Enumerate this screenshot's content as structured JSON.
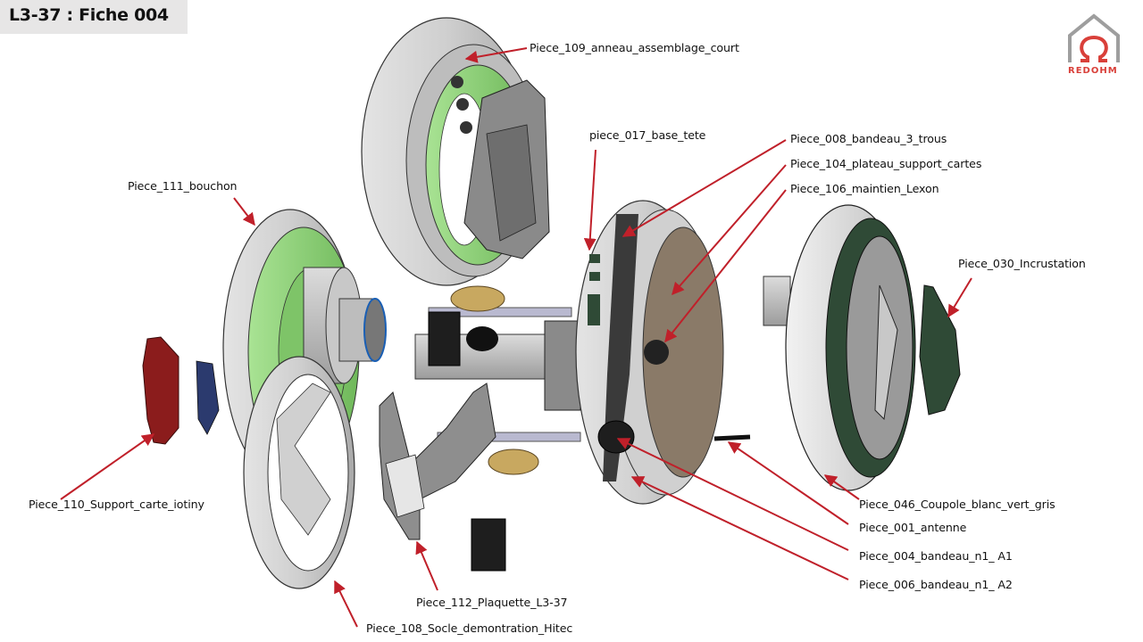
{
  "header": {
    "title": "L3-37 : Fiche 004"
  },
  "logo": {
    "name": "REDOHM",
    "icon": "omega-house-icon",
    "colors": {
      "house": "#9e9e9e",
      "omega": "#d9403a"
    }
  },
  "colors": {
    "leader_line": "#c0202a",
    "part_grey": "#c8c8c8",
    "part_green": "#8fd47a",
    "dark_green": "#2f4a36",
    "plate_brown": "#8a7a68",
    "support_red": "#8b1c1c",
    "brass": "#c8a860"
  },
  "parts": [
    {
      "id": "piece-109",
      "label": "Piece_109_anneau_assemblage_court"
    },
    {
      "id": "piece-017",
      "label": "piece_017_base_tete"
    },
    {
      "id": "piece-008",
      "label": "Piece_008_bandeau_3_trous"
    },
    {
      "id": "piece-104",
      "label": "Piece_104_plateau_support_cartes"
    },
    {
      "id": "piece-106",
      "label": "Piece_106_maintien_Lexon"
    },
    {
      "id": "piece-111",
      "label": "Piece_111_bouchon"
    },
    {
      "id": "piece-030",
      "label": "Piece_030_Incrustation"
    },
    {
      "id": "piece-110",
      "label": "Piece_110_Support_carte_iotiny"
    },
    {
      "id": "piece-046",
      "label": "Piece_046_Coupole_blanc_vert_gris"
    },
    {
      "id": "piece-001",
      "label": "Piece_001_antenne"
    },
    {
      "id": "piece-004",
      "label": "Piece_004_bandeau_n1_ A1"
    },
    {
      "id": "piece-006",
      "label": "Piece_006_bandeau_n1_ A2"
    },
    {
      "id": "piece-112",
      "label": "Piece_112_Plaquette_L3-37"
    },
    {
      "id": "piece-108",
      "label": "Piece_108_Socle_demontration_Hitec"
    }
  ]
}
